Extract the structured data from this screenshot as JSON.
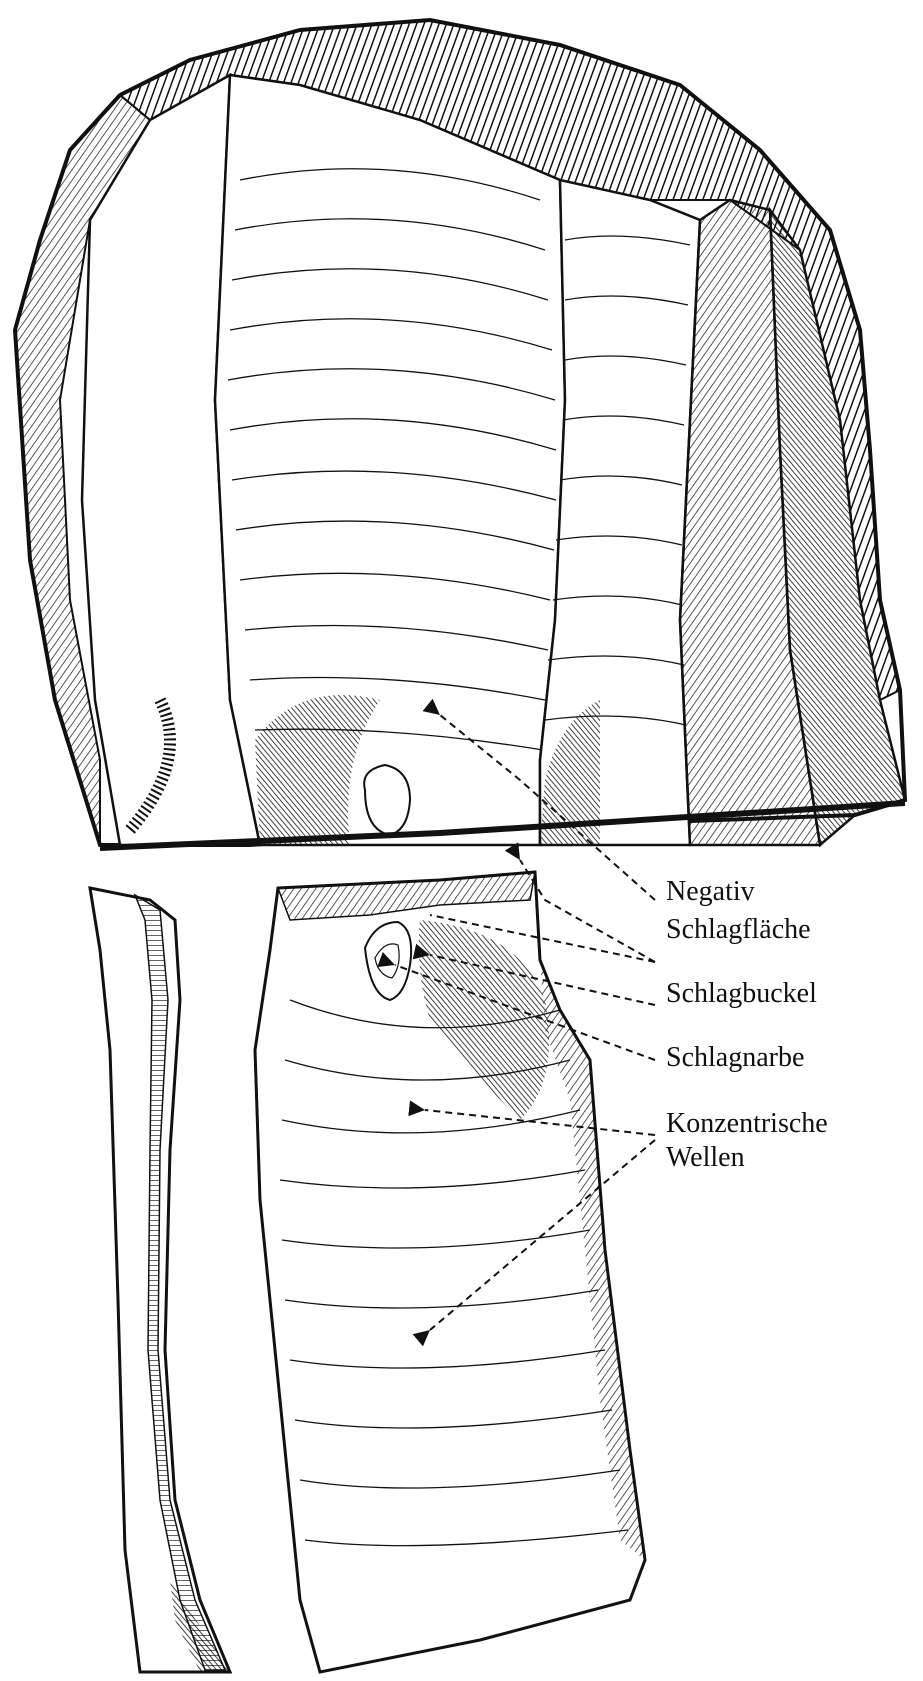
{
  "labels": {
    "negativ": "Negativ",
    "schlagflaeche": "Schlagfläche",
    "schlagbuckel": "Schlagbuckel",
    "schlagnarbe": "Schlagnarbe",
    "konzentrische": "Konzentrische",
    "wellen": "Wellen"
  },
  "colors": {
    "ink": "#111111",
    "paper": "#ffffff"
  }
}
